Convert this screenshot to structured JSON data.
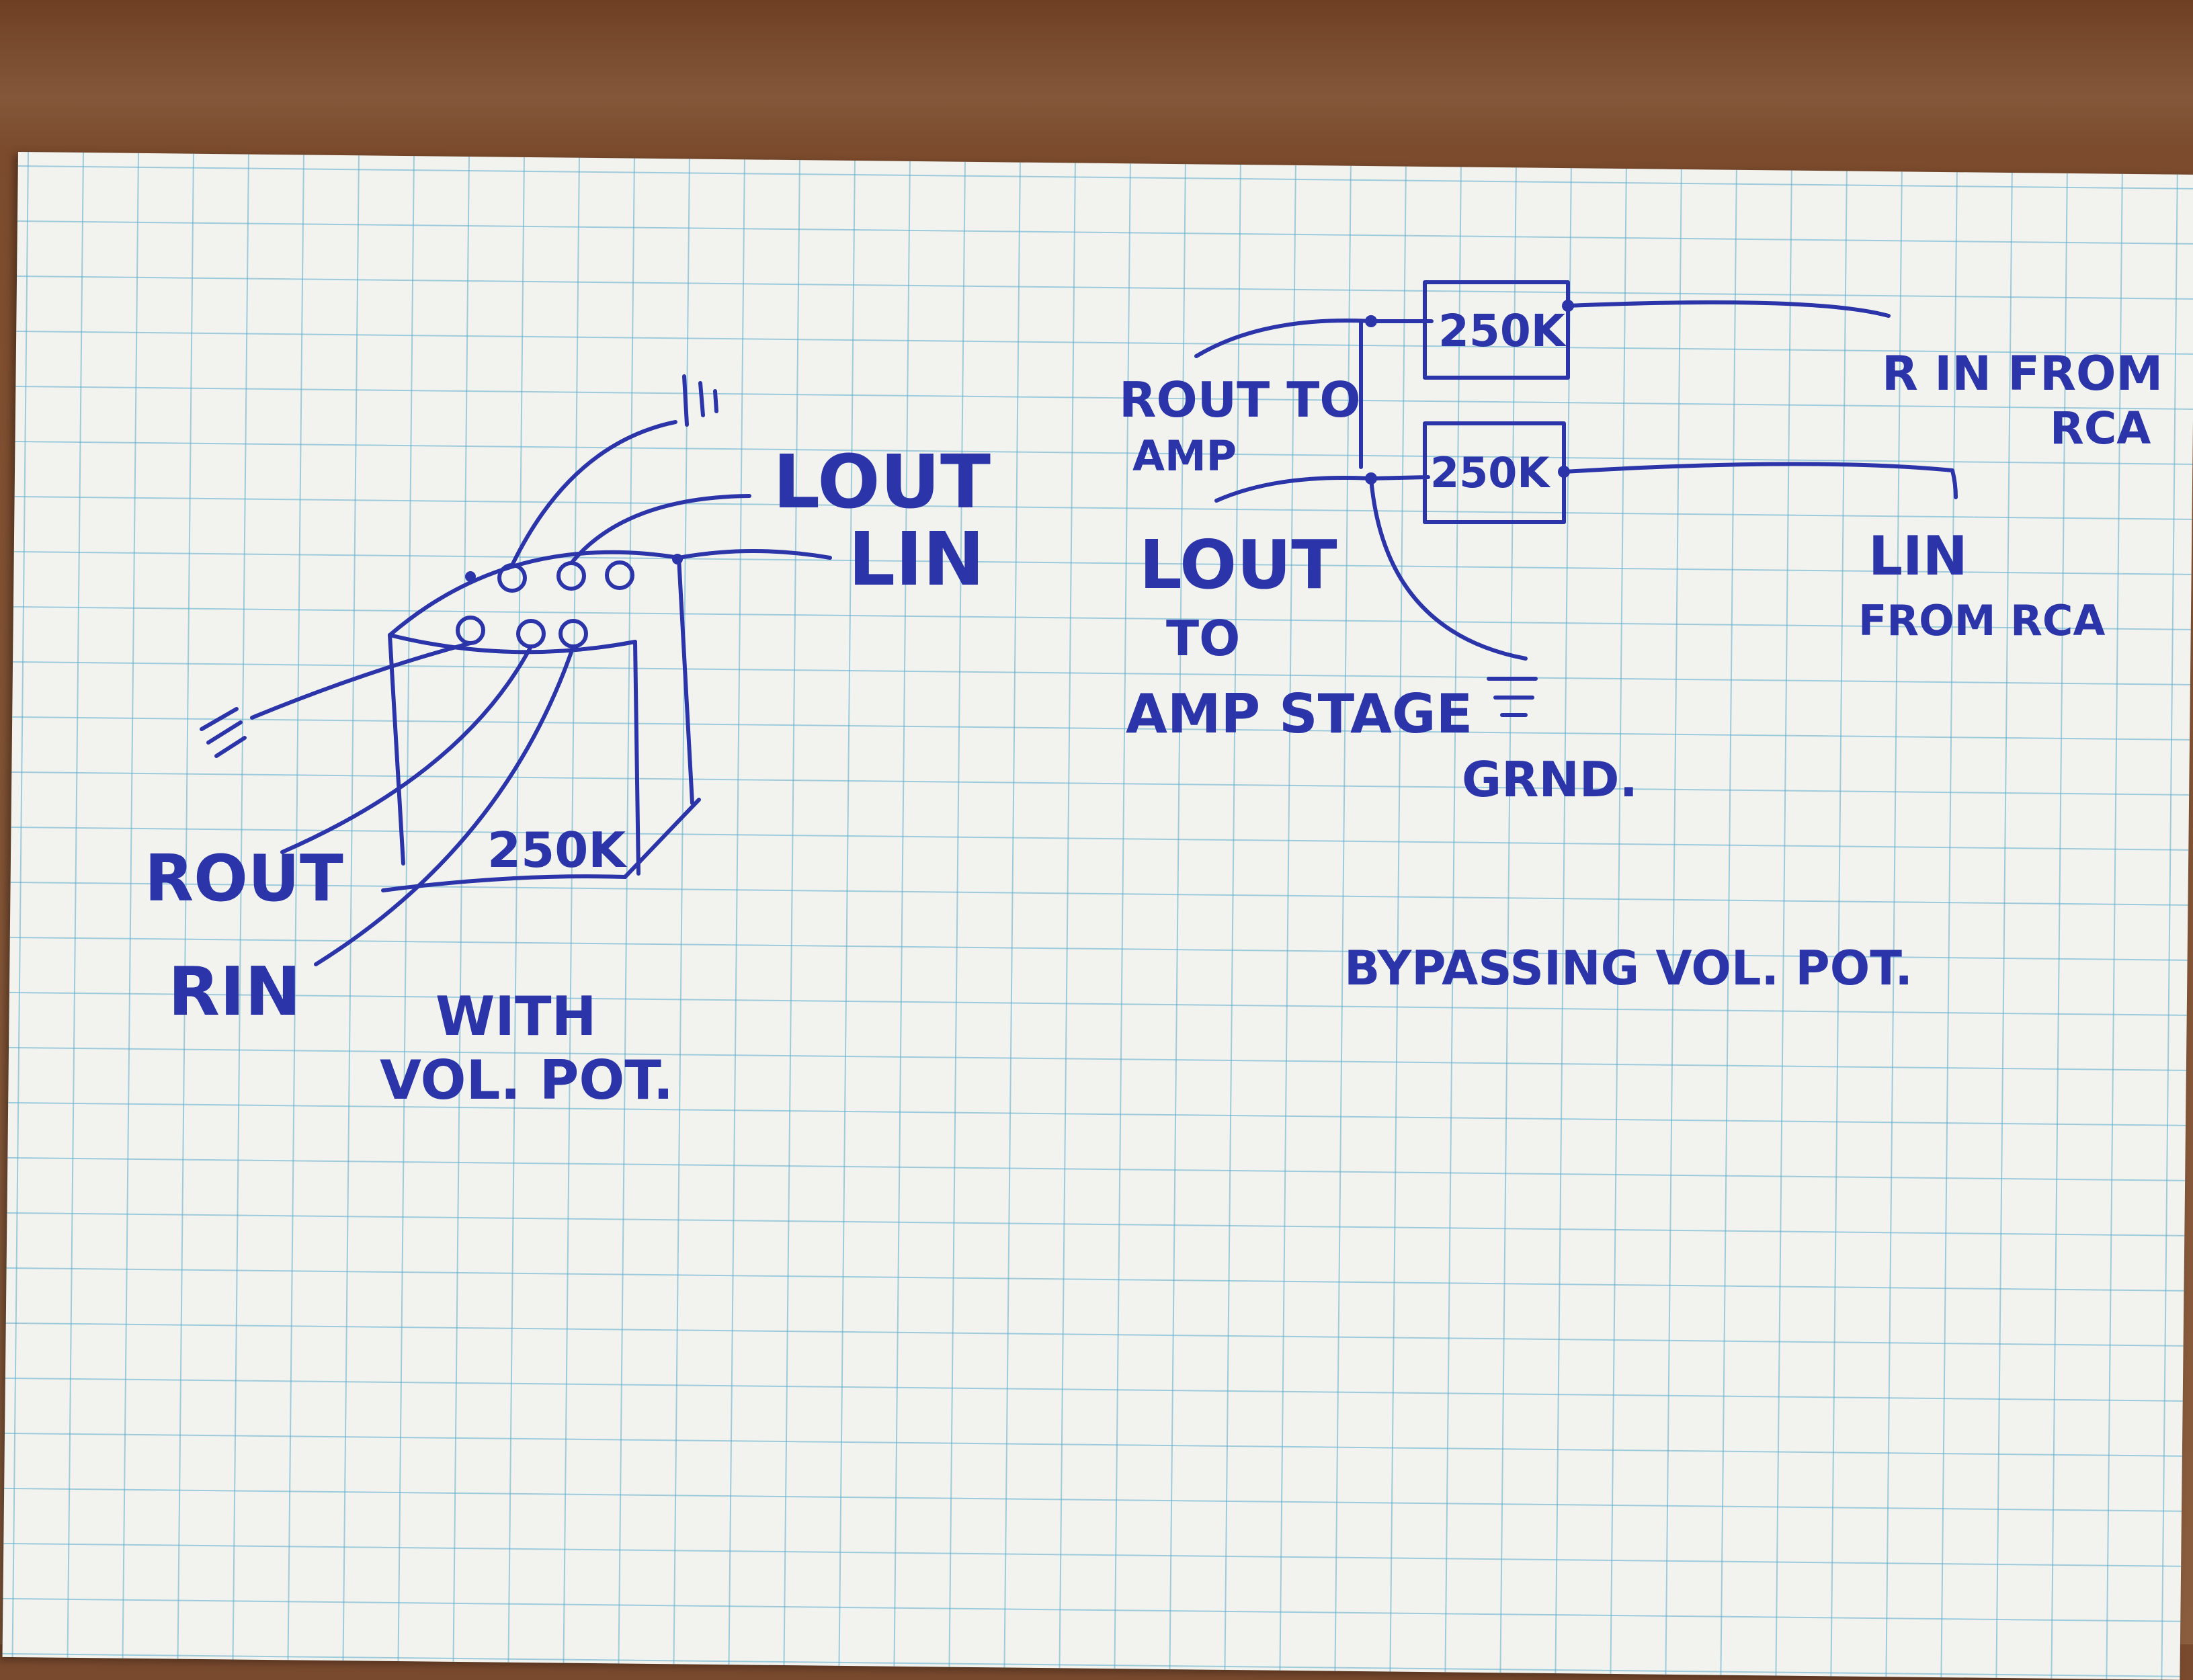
{
  "left_diagram": {
    "caption": [
      "WITH",
      "VOL. POT."
    ],
    "pot_value": "250K",
    "labels": {
      "l_out": "LOUT",
      "l_in": "LIN",
      "r_out": "ROUT",
      "r_in": "RIN"
    }
  },
  "right_diagram": {
    "caption": "BYPASSING VOL. POT.",
    "resistor_top": "250K",
    "resistor_bottom": "250K",
    "labels": {
      "r_out": [
        "ROUT TO",
        "AMP"
      ],
      "l_out": [
        "LOUT",
        "TO",
        "AMP STAGE"
      ],
      "ground": "GRND.",
      "r_in": [
        "R IN FROM",
        "RCA"
      ],
      "l_in": [
        "LIN",
        "FROM RCA"
      ]
    }
  },
  "colors": {
    "ink": "#2b34a8",
    "grid": "#5aaacd",
    "paper": "#f2f3ee",
    "table": "#7a4a2e"
  }
}
